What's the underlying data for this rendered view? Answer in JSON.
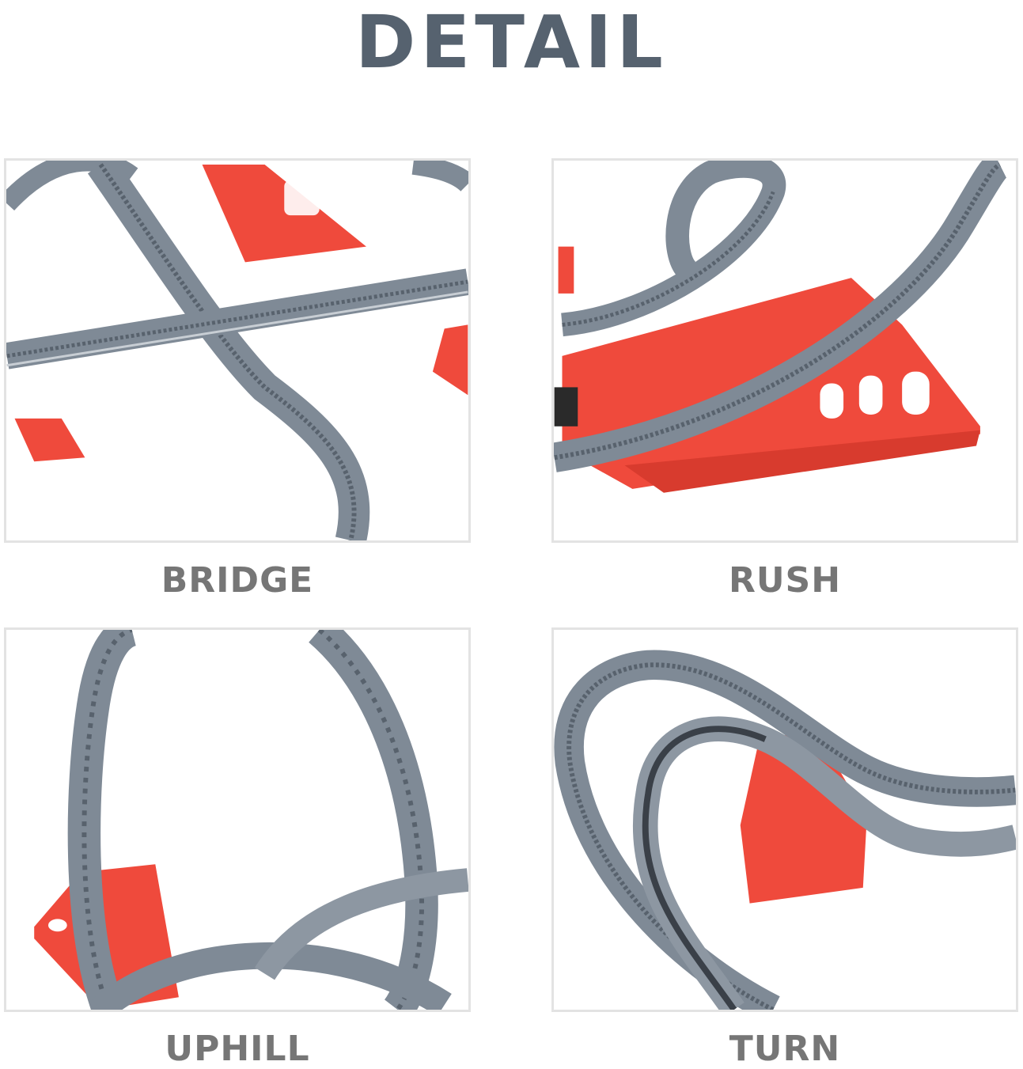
{
  "title": "DETAIL",
  "panels": [
    {
      "label": "BRIDGE"
    },
    {
      "label": "RUSH"
    },
    {
      "label": "UPHILL"
    },
    {
      "label": "TURN"
    }
  ],
  "colors": {
    "title": "#56626f",
    "caption": "#767676",
    "track": "#7f8a96",
    "track_dark": "#58626d",
    "support": "#ef4a3c",
    "panel_border": "#e3e3e3"
  }
}
